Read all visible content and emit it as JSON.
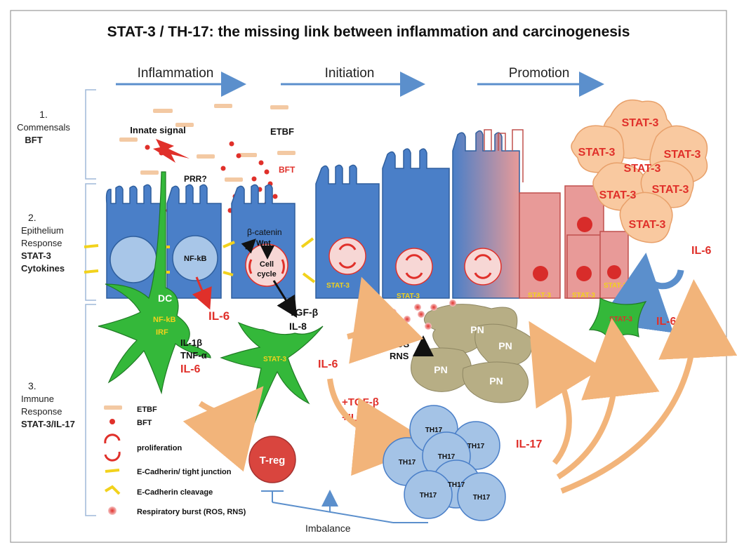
{
  "title": "STAT-3 / TH-17: the missing link between inflammation and carcinogenesis",
  "phases": {
    "inflammation": "Inflammation",
    "initiation": "Initiation",
    "promotion": "Promotion"
  },
  "rows": {
    "r1": {
      "num": "1.",
      "l1": "Commensals",
      "l2": "BFT"
    },
    "r2": {
      "num": "2.",
      "l1": "Epithelium",
      "l2": "Response",
      "l3": "STAT-3",
      "l4": "Cytokines"
    },
    "r3": {
      "num": "3.",
      "l1": "Immune",
      "l2": "Response",
      "l3": "STAT-3/IL-17"
    }
  },
  "labels": {
    "innate_signal": "Innate signal",
    "prr": "PRR?",
    "etbf": "ETBF",
    "bft": "BFT",
    "b_catenin": "β-catenin",
    "wnt": "Wnt",
    "cell": "Cell",
    "cycle": "cycle",
    "nfkb": "NF-kB",
    "dc": "DC",
    "dc_nfkb": "NF-kB",
    "dc_irf": "IRF",
    "il6": "IL-6",
    "il1b": "IL-1β",
    "tnfa": "TNF-α",
    "tgfb": "TGF-β",
    "il8": "IL-8",
    "stat3": "STAT-3",
    "plus_tgfb": "+TGF-β",
    "plus_il23": "+IL-23↗",
    "ros": "ROS",
    "rns": "RNS",
    "pn": "PN",
    "th17": "TH17",
    "treg": "T-reg",
    "il17": "IL-17",
    "imbalance": "Imbalance"
  },
  "legend": [
    {
      "icon": "etbf-bar",
      "label": "ETBF"
    },
    {
      "icon": "bft-dot",
      "label": "BFT"
    },
    {
      "icon": "proliferation-arrows",
      "label": "proliferation"
    },
    {
      "icon": "e-cadherin-tight-junction",
      "label": "E-Cadherin/ tight junction"
    },
    {
      "icon": "e-cadherin-cleavage",
      "label": "E-Cadherin cleavage"
    },
    {
      "icon": "respiratory-burst",
      "label": "Respiratory burst (ROS, RNS)"
    }
  ],
  "colors": {
    "epithelium": "#4a7fc8",
    "epithelium_stroke": "#2f5f9e",
    "tumor_pink": "#e89a98",
    "stat3_cloud": "#f9c9a0",
    "dendritic": "#34b83a",
    "pn": "#b7ae85",
    "th17": "#a4c3e6",
    "treg": "#d9453e",
    "arrow_blue": "#5b8fcc",
    "arrow_orange": "#f2b47a",
    "text_red": "#e0302a"
  }
}
